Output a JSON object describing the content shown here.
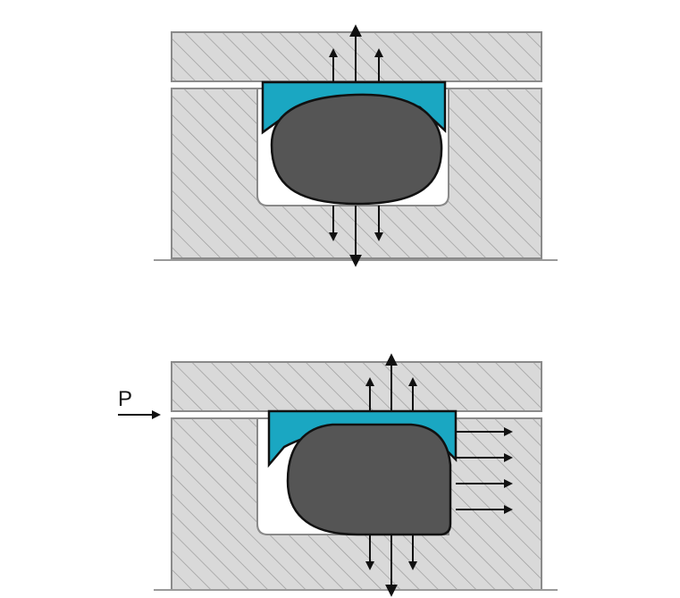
{
  "diagram": {
    "colors": {
      "background": "#ffffff",
      "housing_fill": "#d9d9d9",
      "hatch": "#9a9a9a",
      "outline": "#8a8a8a",
      "backup_ring": "#1aa7c2",
      "oring": "#555555",
      "arrow": "#111111"
    },
    "panels": [
      {
        "id": "unpressurized",
        "label": ""
      },
      {
        "id": "pressurized",
        "label": "P"
      }
    ]
  }
}
